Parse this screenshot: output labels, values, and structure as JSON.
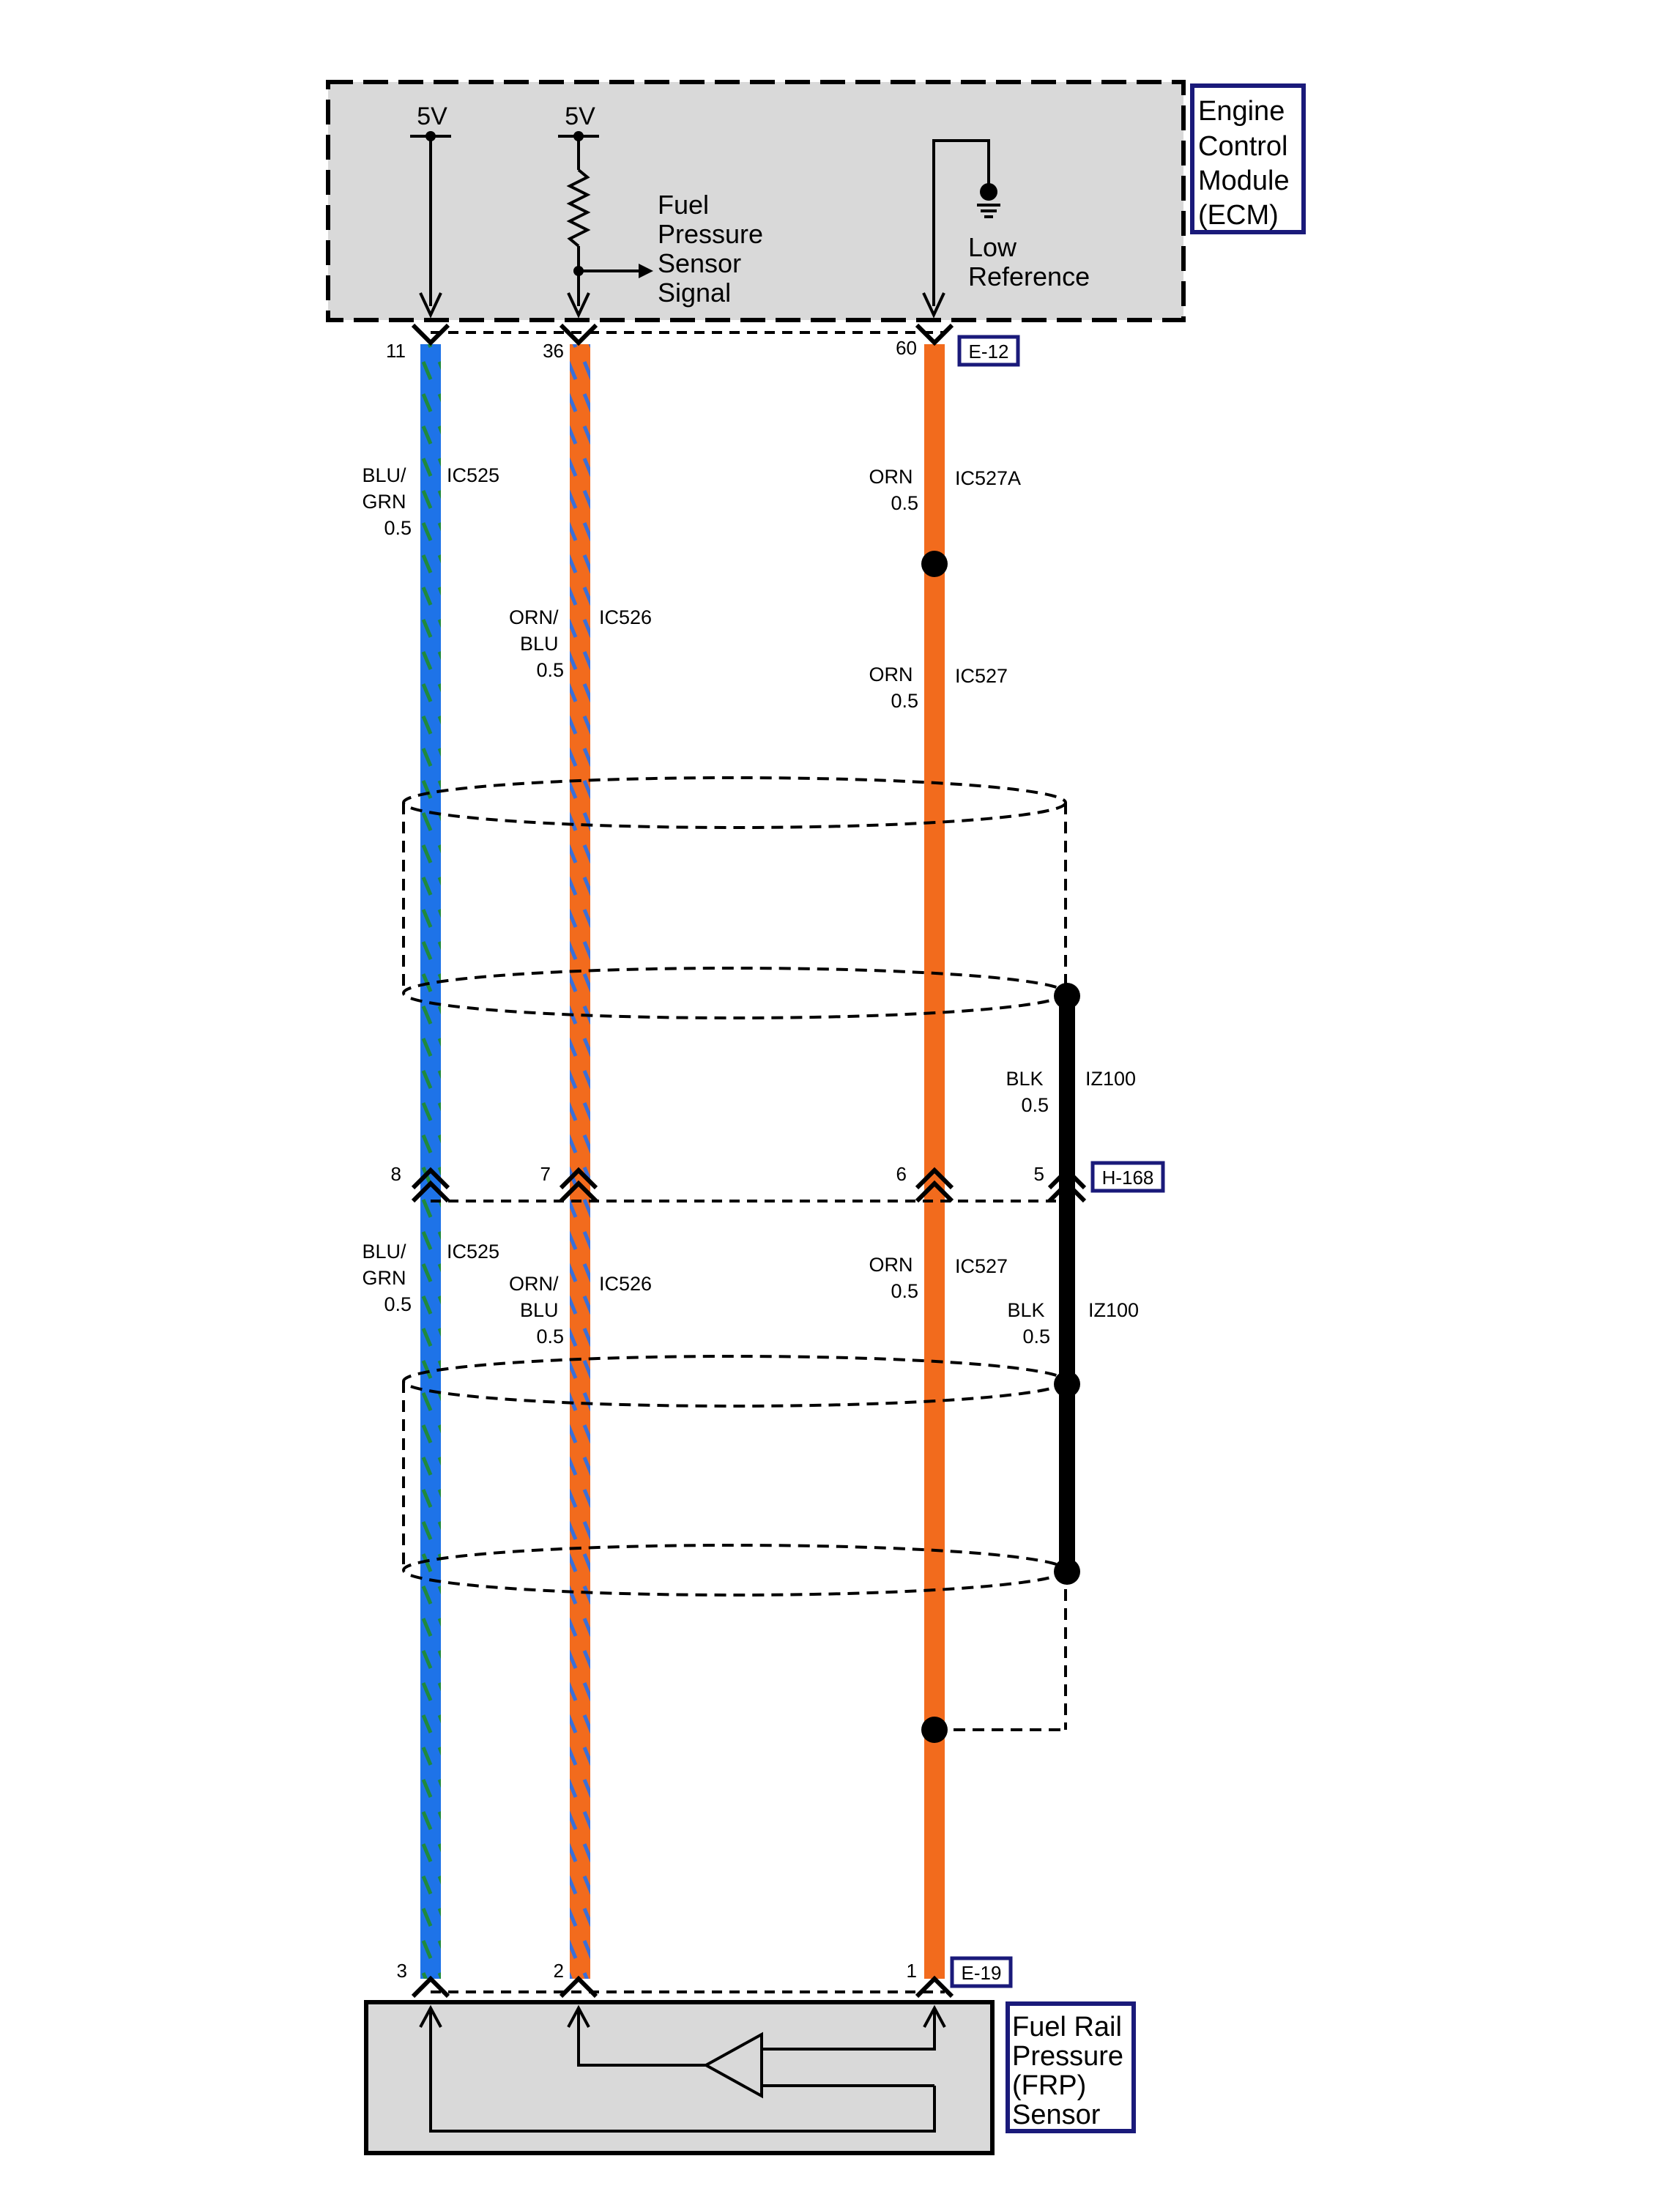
{
  "ecm": {
    "label": [
      "Engine",
      "Control",
      "Module",
      "(ECM)"
    ],
    "supply_1": "5V",
    "supply_2": "5V",
    "signal_label": [
      "Fuel",
      "Pressure",
      "Sensor",
      "Signal"
    ],
    "low_ref_label": [
      "Low",
      "Reference"
    ]
  },
  "frp_sensor": {
    "label": [
      "Fuel Rail",
      "Pressure",
      "(FRP)",
      "Sensor"
    ]
  },
  "connectors": {
    "e12": {
      "id": "E-12",
      "pins": [
        "11",
        "36",
        "60"
      ]
    },
    "h168": {
      "id": "H-168",
      "pins": [
        "8",
        "7",
        "6",
        "5"
      ]
    },
    "e19": {
      "id": "E-19",
      "pins": [
        "3",
        "2",
        "1"
      ]
    }
  },
  "wires": {
    "w1_upper": {
      "color": [
        "BLU/",
        "GRN"
      ],
      "gauge": "0.5",
      "circuit": "IC525"
    },
    "w1_lower": {
      "color": [
        "BLU/",
        "GRN"
      ],
      "gauge": "0.5",
      "circuit": "IC525"
    },
    "w2_upper": {
      "color": [
        "ORN/",
        "BLU"
      ],
      "gauge": "0.5",
      "circuit": "IC526"
    },
    "w2_lower": {
      "color": [
        "ORN/",
        "BLU"
      ],
      "gauge": "0.5",
      "circuit": "IC526"
    },
    "w3_top": {
      "color": [
        "ORN"
      ],
      "gauge": "0.5",
      "circuit": "IC527A"
    },
    "w3_mid": {
      "color": [
        "ORN"
      ],
      "gauge": "0.5",
      "circuit": "IC527"
    },
    "w3_lower": {
      "color": [
        "ORN"
      ],
      "gauge": "0.5",
      "circuit": "IC527"
    },
    "drain_upper": {
      "color": [
        "BLK"
      ],
      "gauge": "0.5",
      "circuit": "IZ100"
    },
    "drain_lower": {
      "color": [
        "BLK"
      ],
      "gauge": "0.5",
      "circuit": "IZ100"
    }
  },
  "colors": {
    "blue": "#1E73E8",
    "green": "#1F8A3C",
    "orange": "#F26B1D",
    "black": "#000000",
    "box_fill": "#D9D9D9",
    "label_border": "#1A1A7A"
  }
}
